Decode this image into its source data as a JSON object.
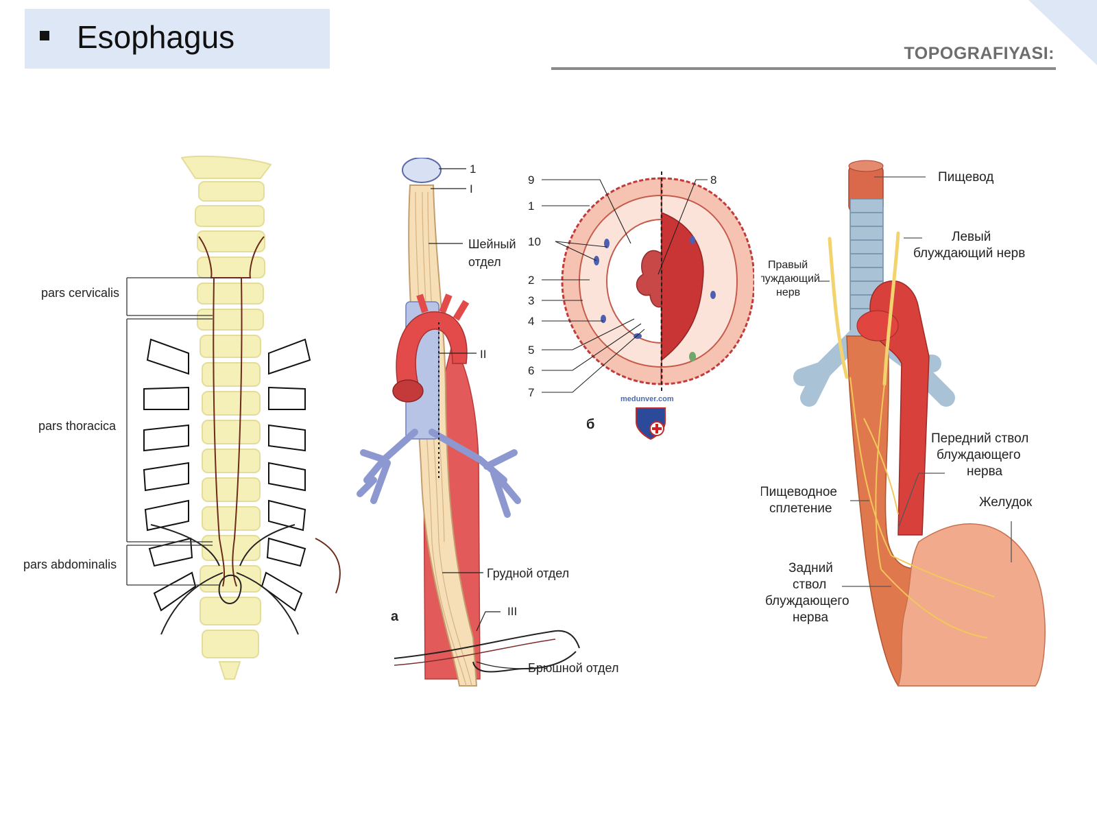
{
  "header": {
    "title": "Esophagus",
    "subtitle": "TOPOGRAFIYASI:",
    "accent_color": "#dde7f5",
    "rule_color": "#8a8a8a"
  },
  "figure_left": {
    "labels": [
      "pars cervicalis",
      "pars thoracica",
      "pars abdominalis"
    ]
  },
  "figure_middle": {
    "panel_label": "а",
    "labels": {
      "roman_1_top": "1",
      "roman_1": "I",
      "cervical": [
        "Шейный",
        "отдел"
      ],
      "roman_2": "II",
      "thoracic": "Грудной отдел",
      "roman_3": "III",
      "abdominal": "Брюшной отдел"
    }
  },
  "figure_cross_section": {
    "panel_label": "б",
    "numbers_left": [
      "9",
      "1",
      "10",
      "2",
      "3",
      "4",
      "5",
      "6",
      "7"
    ],
    "number_right": "8",
    "watermark": "medunver.com"
  },
  "figure_right": {
    "labels": {
      "esophagus": "Пищевод",
      "left_vagus": [
        "Левый",
        "блуждающий нерв"
      ],
      "right_vagus": [
        "Правый",
        "блуждающий",
        "нерв"
      ],
      "anterior_trunk": [
        "Передний ствол",
        "блуждающего",
        "нерва"
      ],
      "plexus": [
        "Пищеводное",
        "сплетение"
      ],
      "stomach": "Желудок",
      "posterior_trunk": [
        "Задний",
        "ствол",
        "блуждающего",
        "нерва"
      ]
    }
  }
}
